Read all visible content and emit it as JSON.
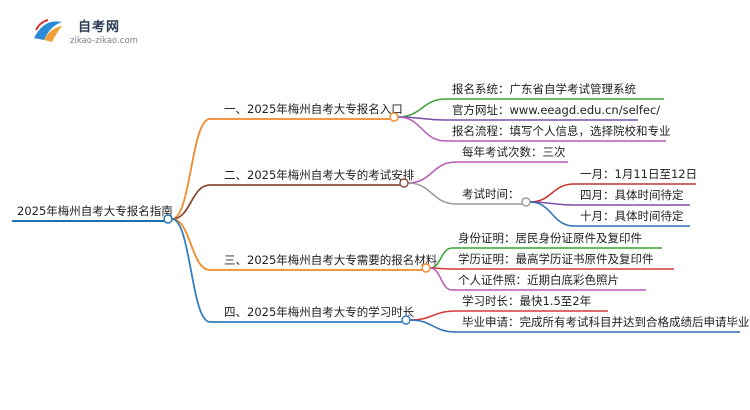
{
  "logo": {
    "title": "自考网",
    "subtitle": "zikao-zikao.com"
  },
  "root": {
    "label": "2025年梅州自考大专报名指南",
    "color": "#1e6fb0"
  },
  "branches": [
    {
      "label": "一、2025年梅州自考大专报名入口",
      "color": "#f08a2a",
      "children": [
        {
          "label": "报名系统：广东省自学考试管理系统",
          "color": "#3aa335"
        },
        {
          "label": "官方网址：www.eeagd.edu.cn/selfec/",
          "color": "#7b4ea8"
        },
        {
          "label": "报名流程：填写个人信息，选择院校和专业",
          "color": "#b45ab5"
        }
      ]
    },
    {
      "label": "二、2025年梅州自考大专的考试安排",
      "color": "#8b4a3a",
      "children": [
        {
          "label": "每年考试次数：三次",
          "color": "#b45ab5"
        },
        {
          "label": "考试时间：",
          "color": "#9a9a9a",
          "children": [
            {
              "label": "一月：1月11日至12日",
              "color": "#c9302c"
            },
            {
              "label": "四月：具体时间待定",
              "color": "#7b4ea8"
            },
            {
              "label": "十月：具体时间待定",
              "color": "#2f6db5"
            }
          ]
        }
      ]
    },
    {
      "label": "三、2025年梅州自考大专需要的报名材料",
      "color": "#f08a2a",
      "children": [
        {
          "label": "身份证明：居民身份证原件及复印件",
          "color": "#3aa335"
        },
        {
          "label": "学历证明：最高学历证书原件及复印件",
          "color": "#d63a3a"
        },
        {
          "label": "个人证件照：近期白底彩色照片",
          "color": "#b45ab5"
        }
      ]
    },
    {
      "label": "四、2025年梅州自考大专的学习时长",
      "color": "#2f7fc0",
      "children": [
        {
          "label": "学习时长：最快1.5至2年",
          "color": "#d63a3a"
        },
        {
          "label": "毕业申请：完成所有考试科目并达到合格成绩后申请毕业",
          "color": "#2f6db5"
        }
      ]
    }
  ]
}
